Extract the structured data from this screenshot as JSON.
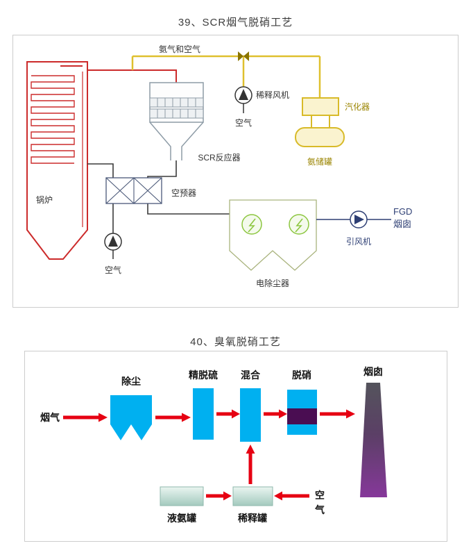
{
  "titles": {
    "section1": "39、SCR烟气脱硝工艺",
    "section2": "40、臭氧脱硝工艺"
  },
  "scr_diagram": {
    "labels": {
      "ammonia_and_air": "氨气和空气",
      "dilution_fan": "稀释风机",
      "dilution_air": "空气",
      "vaporizer": "汽化器",
      "ammonia_tank": "氨储罐",
      "scr_reactor": "SCR反应器",
      "air_preheater": "空预器",
      "boiler": "锅炉",
      "combustion_air": "空气",
      "esp": "电除尘器",
      "id_fan": "引风机",
      "fgd": "FGD",
      "fgd_stack": "烟囱"
    },
    "colors": {
      "boiler_red": "#cc2a2a",
      "ammonia_yellow": "#dfc02e",
      "flue_black": "#3a3a3a",
      "fgd_navy": "#2e3f74",
      "esp_outline": "#a9b37d",
      "esp_green": "#8cc63f"
    }
  },
  "ozone_diagram": {
    "labels": {
      "flue_gas": "烟气",
      "dust_removal": "除尘",
      "fine_desulfurization": "精脱硫",
      "mixing": "混合",
      "denitration": "脱硝",
      "chimney": "烟囱",
      "liquid_ammonia_tank": "液氨罐",
      "dilution_tank": "稀释罐",
      "air_char_1": "空",
      "air_char_2": "气"
    },
    "colors": {
      "process_cyan": "#00b0f0",
      "arrow_red": "#e60012",
      "denox_purple": "#4a0d52",
      "chimney_top": "#54545c",
      "chimney_bottom": "#86389a"
    }
  }
}
